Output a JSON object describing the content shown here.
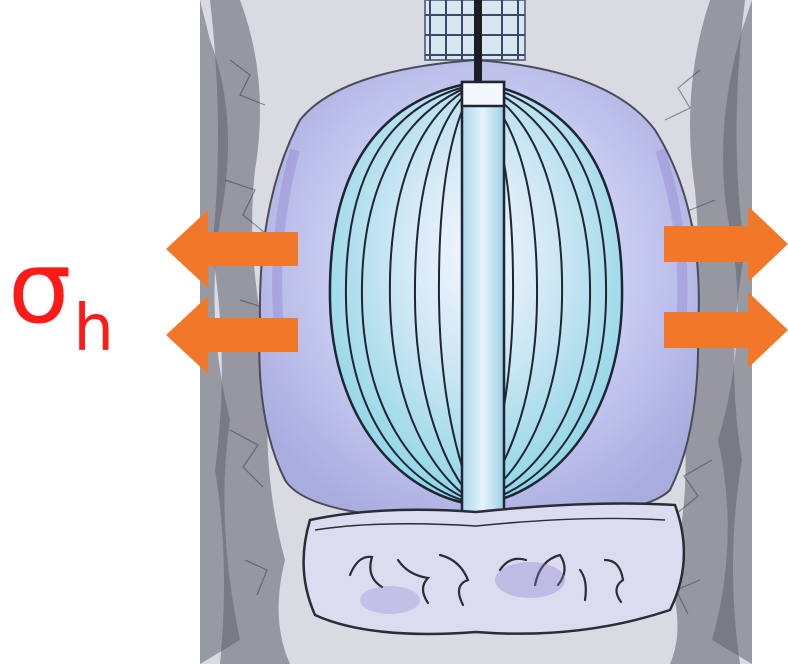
{
  "stress_label": {
    "symbol": "σ",
    "subscript": "h",
    "color": "#ff1a1a"
  },
  "arrow_color": "#f07828",
  "arrows": {
    "left_count": 2,
    "right_count": 2,
    "direction": "outward"
  }
}
